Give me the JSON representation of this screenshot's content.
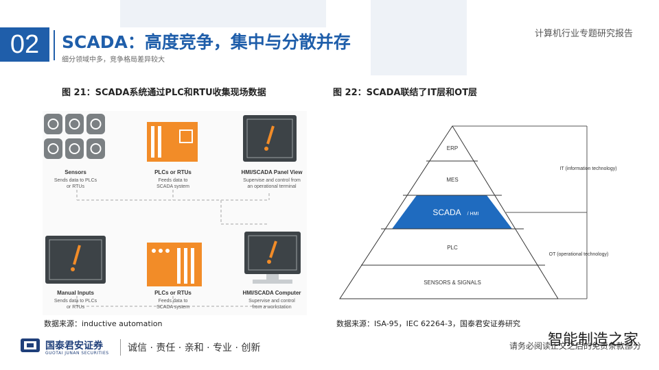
{
  "header": {
    "section_number": "02",
    "title": "SCADA：高度竞争，集中与分散并存",
    "subtitle": "细分领域中多，竞争格局差异较大",
    "report_tag": "计算机行业专题研究报告"
  },
  "figure1": {
    "caption": "图 21：SCADA系统通过PLC和RTU收集现场数据",
    "source": "数据来源：inductive automation",
    "nodes": [
      {
        "title": "Sensors",
        "lines": [
          "Sends data to PLCs",
          "or RTUs"
        ]
      },
      {
        "title": "PLCs or RTUs",
        "lines": [
          "Feeds data to",
          "SCADA system"
        ]
      },
      {
        "title": "HMI/SCADA Panel View",
        "lines": [
          "Supervise and control from",
          "an operational terminal"
        ]
      },
      {
        "title": "Manual Inputs",
        "lines": [
          "Sends data to PLCs",
          "or RTUs"
        ]
      },
      {
        "title": "PLCs or RTUs",
        "lines": [
          "Feeds data to",
          "SCADA system"
        ]
      },
      {
        "title": "HMI/SCADA Computer",
        "lines": [
          "Supervise and control",
          "from a workstation"
        ]
      }
    ]
  },
  "figure2": {
    "caption": "图 22：SCADA联结了IT层和OT层",
    "source": "数据来源：ISA-95，IEC 62264-3，国泰君安证券研究",
    "layers": [
      "ERP",
      "MES",
      "SCADA",
      "PLC",
      "SENSORS & SIGNALS"
    ],
    "scada_suffix": "/ HMI",
    "it_label": "IT (information technology)",
    "ot_label": "OT (operational technology)",
    "highlight_color": "#1f6bbf"
  },
  "footer": {
    "brand": "国泰君安证券",
    "brand_en": "GUOTAI JUNAN SECURITIES",
    "slogan": "诚信 · 责任 · 亲和 · 专业 · 创新",
    "right_text": "请务必阅读正文之后的免责条款部分",
    "watermark": "智能制造之家"
  },
  "colors": {
    "brand_blue": "#1f5eaa",
    "orange": "#f28c28",
    "dark_screen": "#3d4347"
  }
}
